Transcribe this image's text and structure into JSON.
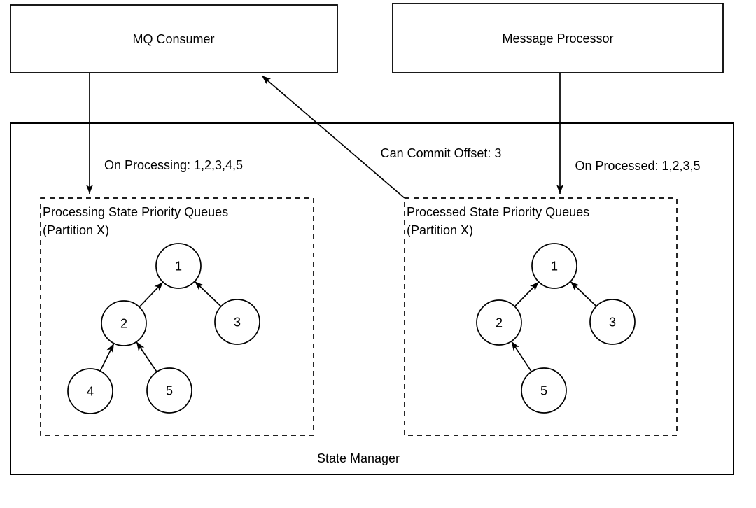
{
  "colors": {
    "stroke": "#000000",
    "background": "#ffffff"
  },
  "components": {
    "mq_consumer": {
      "label": "MQ Consumer"
    },
    "message_processor": {
      "label": "Message Processor"
    },
    "state_manager": {
      "label": "State Manager"
    }
  },
  "arrows": {
    "on_processing": {
      "label": "On Processing: 1,2,3,4,5",
      "from": "mq_consumer",
      "to": "processing_queue"
    },
    "can_commit_offset": {
      "label": "Can Commit Offset: 3",
      "from": "processed_queue",
      "to": "mq_consumer"
    },
    "on_processed": {
      "label": "On Processed: 1,2,3,5",
      "from": "message_processor",
      "to": "processed_queue"
    }
  },
  "queues": {
    "processing": {
      "title_line1": "Processing State Priority Queues",
      "title_line2": "(Partition X)",
      "nodes": [
        {
          "label": "1"
        },
        {
          "label": "2"
        },
        {
          "label": "3"
        },
        {
          "label": "4"
        },
        {
          "label": "5"
        }
      ],
      "edges": [
        {
          "from": "2",
          "to": "1"
        },
        {
          "from": "3",
          "to": "1"
        },
        {
          "from": "4",
          "to": "2"
        },
        {
          "from": "5",
          "to": "2"
        }
      ]
    },
    "processed": {
      "title_line1": "Processed State Priority Queues",
      "title_line2": "(Partition X)",
      "nodes": [
        {
          "label": "1"
        },
        {
          "label": "2"
        },
        {
          "label": "3"
        },
        {
          "label": "5"
        }
      ],
      "edges": [
        {
          "from": "2",
          "to": "1"
        },
        {
          "from": "3",
          "to": "1"
        },
        {
          "from": "5",
          "to": "2"
        }
      ]
    }
  }
}
